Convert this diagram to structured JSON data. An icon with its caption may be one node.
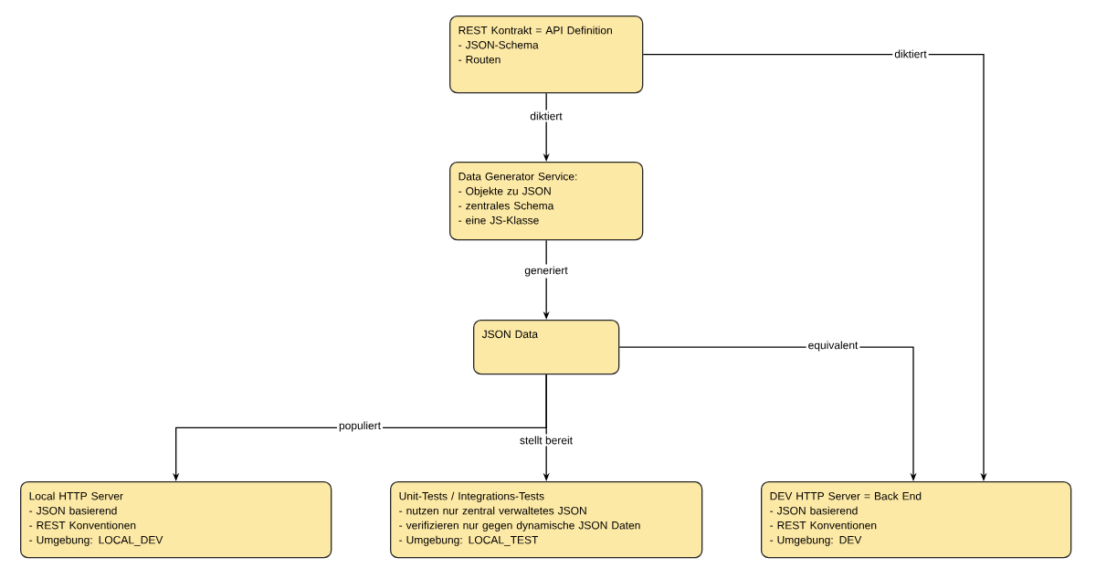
{
  "diagram": {
    "nodes": [
      {
        "text": [
          "REST Kontrakt = API Definition",
          "- JSON-Schema",
          "- Routen"
        ]
      },
      {
        "text": [
          "Data Generator Service:",
          "- Objekte zu JSON",
          "- zentrales Schema",
          "- eine JS-Klasse"
        ]
      },
      {
        "text": [
          "JSON Data"
        ]
      },
      {
        "text": [
          "Local HTTP Server",
          "- JSON basierend",
          "- REST Konventionen",
          "- Umgebung: LOCAL_DEV"
        ]
      },
      {
        "text": [
          "Unit-Tests / Integrations-Tests",
          "- nutzen nur zentral verwaltetes JSON",
          "- verifizieren nur gegen dynamische JSON Daten",
          "- Umgebung: LOCAL_TEST"
        ]
      },
      {
        "text": [
          "DEV HTTP Server = Back End",
          "- JSON basierend",
          "- REST Konventionen",
          "- Umgebung: DEV"
        ]
      }
    ],
    "edges": [
      {
        "from": 0,
        "to": 1,
        "arrow": "to",
        "label": "diktiert"
      },
      {
        "from": 0,
        "to": 5,
        "arrow": "to",
        "label": "diktiert"
      },
      {
        "from": 1,
        "to": 2,
        "arrow": "to",
        "label": "generiert"
      },
      {
        "from": 2,
        "to": 5,
        "arrow": "to",
        "label": "equivalent"
      },
      {
        "from": 2,
        "to": 3,
        "arrow": "to",
        "label": "populiert"
      },
      {
        "from": 2,
        "to": 4,
        "arrow": "to",
        "label": "stellt bereit"
      }
    ]
  }
}
